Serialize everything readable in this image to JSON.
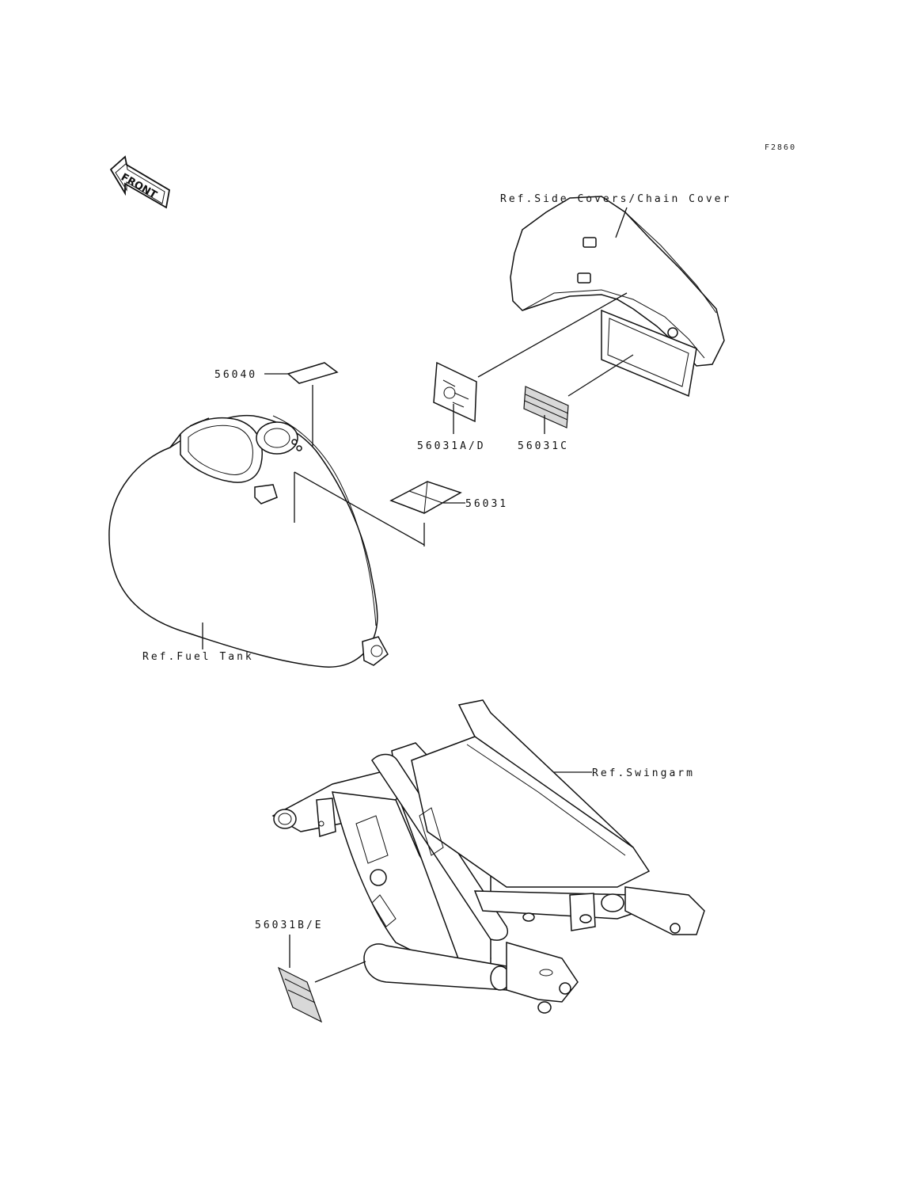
{
  "diagram": {
    "figure_code": "F2860",
    "front_indicator": "FRONT",
    "references": {
      "side_covers": "Ref.Side Covers/Chain Cover",
      "fuel_tank": "Ref.Fuel Tank",
      "swingarm": "Ref.Swingarm"
    },
    "parts": [
      {
        "number": "56040"
      },
      {
        "number": "56031"
      },
      {
        "number": "56031A/D"
      },
      {
        "number": "56031C"
      },
      {
        "number": "56031B/E"
      }
    ]
  }
}
